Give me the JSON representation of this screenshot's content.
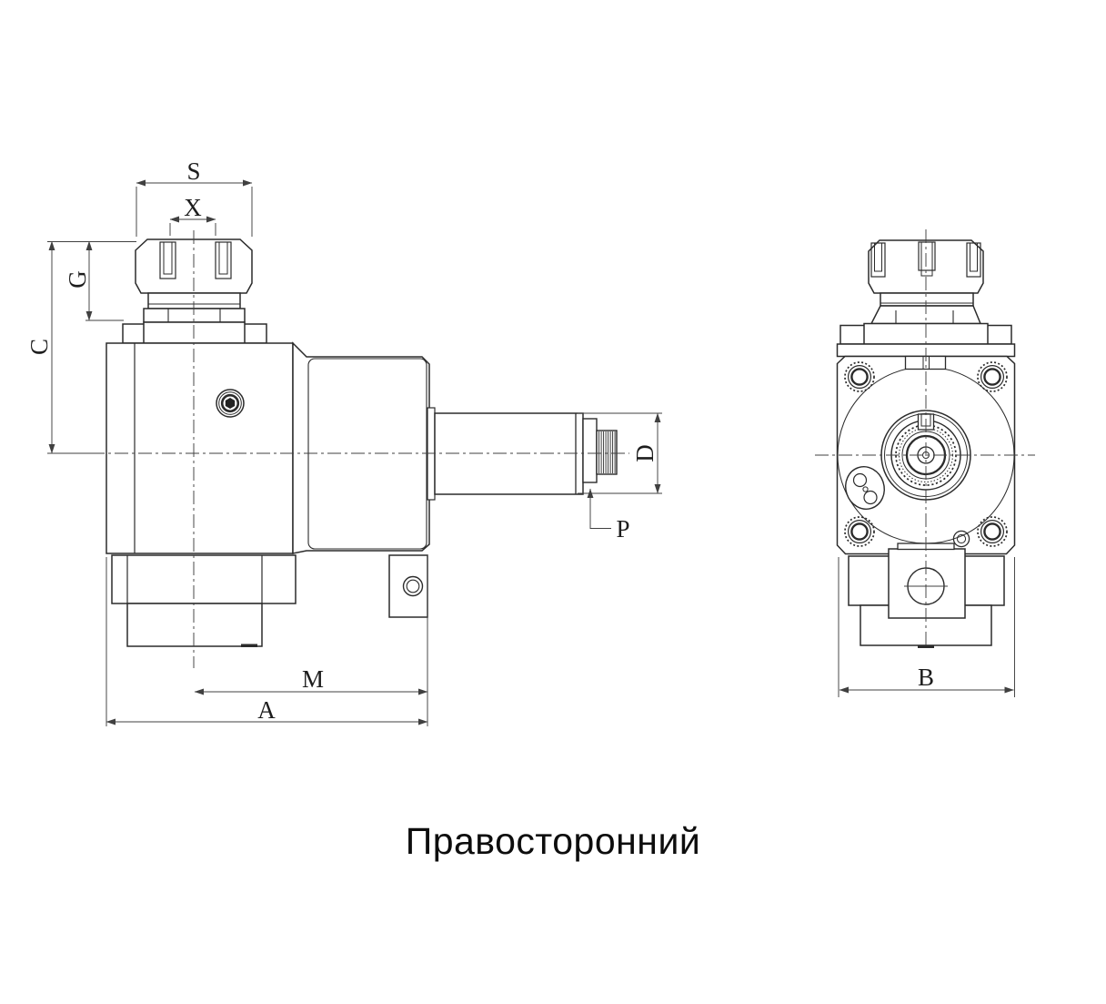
{
  "caption": "Правосторонний",
  "dims": {
    "s": "S",
    "x": "X",
    "c": "C",
    "g": "G",
    "d": "D",
    "p": "P",
    "m": "M",
    "a": "A",
    "b": "B"
  },
  "colors": {
    "object_line": "#2b2b2b",
    "thin_line": "#404040",
    "label": "#1d1d1d",
    "background": "#ffffff"
  }
}
